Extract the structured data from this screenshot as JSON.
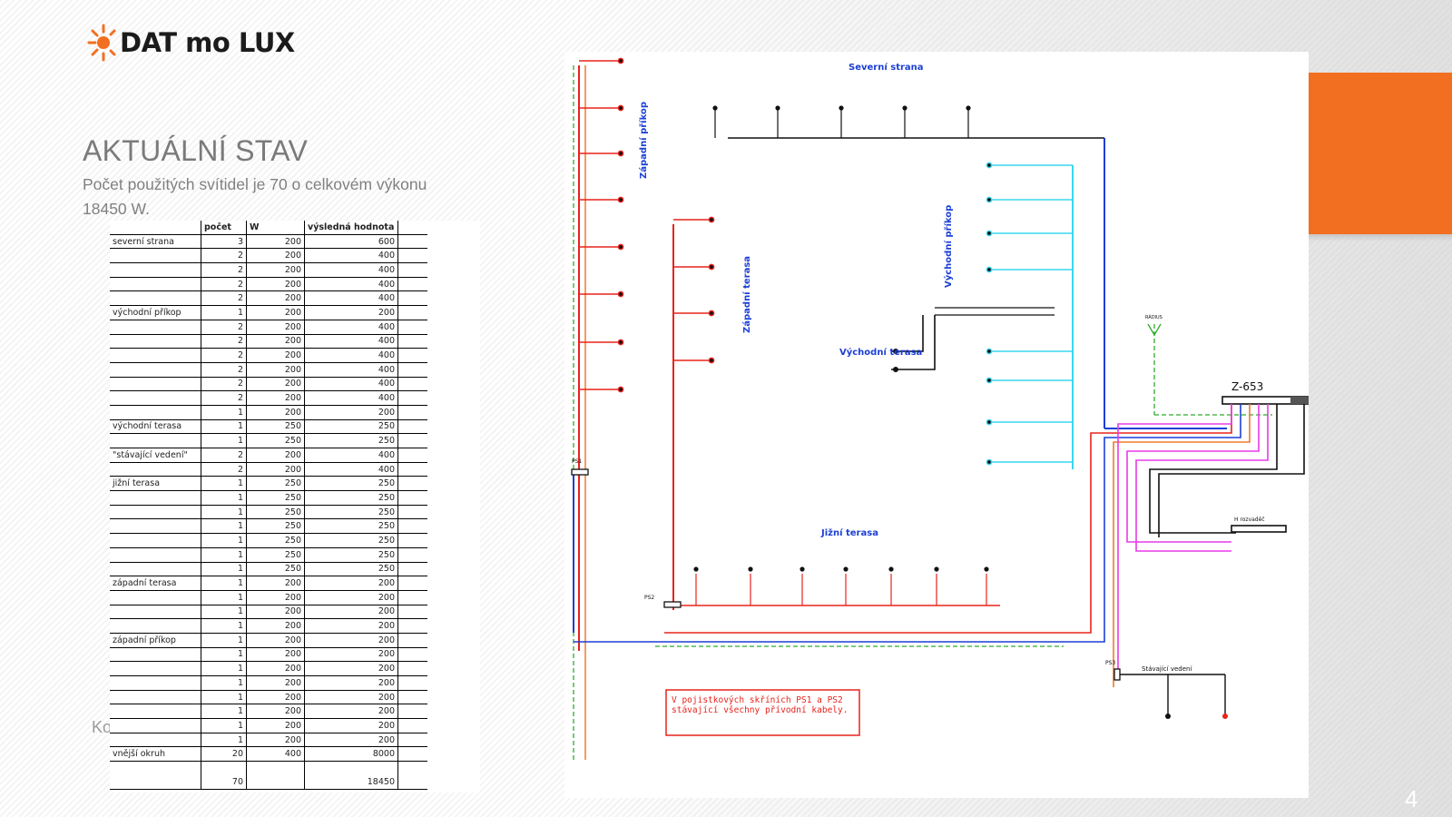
{
  "logo": {
    "text": "DAT mo LUX",
    "icon": "sun-icon",
    "accent_color": "#f26f21"
  },
  "slide": {
    "title": "AKTUÁLNÍ STAV",
    "subtitle": "Počet použitých svítidel je 70 o celkovém výkonu 18450 W.",
    "peek_text": "Ko",
    "page_number": "4"
  },
  "table": {
    "headers": [
      "",
      "počet",
      "W",
      "výsledná hodnota"
    ],
    "rows": [
      [
        "severní strana",
        "3",
        "200",
        "600"
      ],
      [
        "",
        "2",
        "200",
        "400"
      ],
      [
        "",
        "2",
        "200",
        "400"
      ],
      [
        "",
        "2",
        "200",
        "400"
      ],
      [
        "",
        "2",
        "200",
        "400"
      ],
      [
        "východní příkop",
        "1",
        "200",
        "200"
      ],
      [
        "",
        "2",
        "200",
        "400"
      ],
      [
        "",
        "2",
        "200",
        "400"
      ],
      [
        "",
        "2",
        "200",
        "400"
      ],
      [
        "",
        "2",
        "200",
        "400"
      ],
      [
        "",
        "2",
        "200",
        "400"
      ],
      [
        "",
        "2",
        "200",
        "400"
      ],
      [
        "",
        "1",
        "200",
        "200"
      ],
      [
        "východní terasa",
        "1",
        "250",
        "250"
      ],
      [
        "",
        "1",
        "250",
        "250"
      ],
      [
        "\"stávající vedení\"",
        "2",
        "200",
        "400"
      ],
      [
        "",
        "2",
        "200",
        "400"
      ],
      [
        "jižní terasa",
        "1",
        "250",
        "250"
      ],
      [
        "",
        "1",
        "250",
        "250"
      ],
      [
        "",
        "1",
        "250",
        "250"
      ],
      [
        "",
        "1",
        "250",
        "250"
      ],
      [
        "",
        "1",
        "250",
        "250"
      ],
      [
        "",
        "1",
        "250",
        "250"
      ],
      [
        "",
        "1",
        "250",
        "250"
      ],
      [
        "západní terasa",
        "1",
        "200",
        "200"
      ],
      [
        "",
        "1",
        "200",
        "200"
      ],
      [
        "",
        "1",
        "200",
        "200"
      ],
      [
        "",
        "1",
        "200",
        "200"
      ],
      [
        "západní příkop",
        "1",
        "200",
        "200"
      ],
      [
        "",
        "1",
        "200",
        "200"
      ],
      [
        "",
        "1",
        "200",
        "200"
      ],
      [
        "",
        "1",
        "200",
        "200"
      ],
      [
        "",
        "1",
        "200",
        "200"
      ],
      [
        "",
        "1",
        "200",
        "200"
      ],
      [
        "",
        "1",
        "200",
        "200"
      ],
      [
        "",
        "1",
        "200",
        "200"
      ],
      [
        "vnější okruh",
        "20",
        "400",
        "8000"
      ],
      [
        "",
        "",
        "",
        ""
      ],
      [
        "",
        "70",
        "",
        "18450"
      ]
    ]
  },
  "diagram": {
    "labels": {
      "north": "Severní strana",
      "west_trench": "Západní příkop",
      "west_terrace": "Západní terasa",
      "east_trench": "Východní příkop",
      "east_terrace": "Východní terasa",
      "south_terrace": "Jižní terasa",
      "existing_line": "Stávající vedení",
      "switchboard": "Z-653",
      "rm": "H rozvaděč",
      "ps1": "PS1",
      "ps2": "PS2",
      "ps3": "PS3",
      "ground": "RÁDIUS"
    },
    "note": "V pojistkových skříních PS1 a PS2 stávající všechny přívodní kabely.",
    "colors": {
      "red": "#e8231c",
      "blue": "#1c3fd6",
      "cyan": "#39d7ef",
      "magenta": "#e83be8",
      "orange": "#f07a2a",
      "green": "#2faa2a",
      "black": "#111111"
    }
  }
}
